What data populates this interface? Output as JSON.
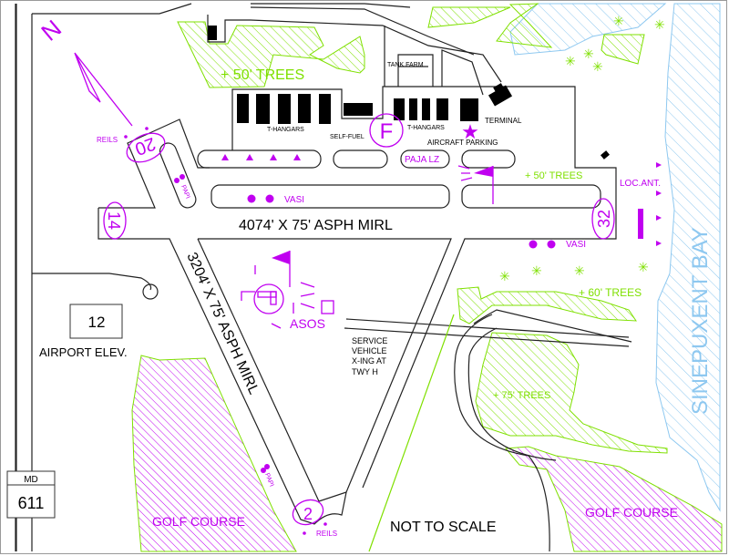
{
  "title": "Airport Diagram",
  "colors": {
    "magenta": "#c000f0",
    "green": "#7fe000",
    "blue": "#8ec8f0",
    "line": "#222222"
  },
  "labels": {
    "north": "N",
    "trees_50_top": "+ 50' TREES",
    "t_hangars_1": "T-HANGARS",
    "self_fuel": "SELF-FUEL",
    "fuel": "F",
    "tank_farm": "TANK FARM",
    "t_hangars_2": "T-HANGARS",
    "terminal": "TERMINAL",
    "aircraft_parking": "AIRCRAFT PARKING",
    "paja_lz": "PAJA LZ",
    "trees_50_mid": "+ 50' TREES",
    "loc_ant": "LOC.ANT.",
    "reils_20": "REILS",
    "rwy20": "20",
    "papi_20": "PAPI",
    "vasi_14": "VASI",
    "rwy14": "14",
    "rwy_main": "4074' X 75' ASPH MIRL",
    "rwy32": "32",
    "vasi_32": "VASI",
    "bay": "SINEPUXENT BAY",
    "rwy2_dims": "3204' X 75' ASPH MIRL",
    "asos": "ASOS",
    "service": [
      "SERVICE",
      "VEHICLE",
      "X-ING  AT",
      "TWY H"
    ],
    "trees_60": "+ 60' TREES",
    "trees_75": "+ 75' TREES",
    "elev_value": "12",
    "elev_label": "AIRPORT ELEV.",
    "route_state": "MD",
    "route_number": "611",
    "golf_1": "GOLF COURSE",
    "golf_2": "GOLF COURSE",
    "papi_2": "PAPI",
    "rwy2": "2",
    "reils_2": "REILS",
    "not_to_scale": "NOT TO SCALE"
  }
}
